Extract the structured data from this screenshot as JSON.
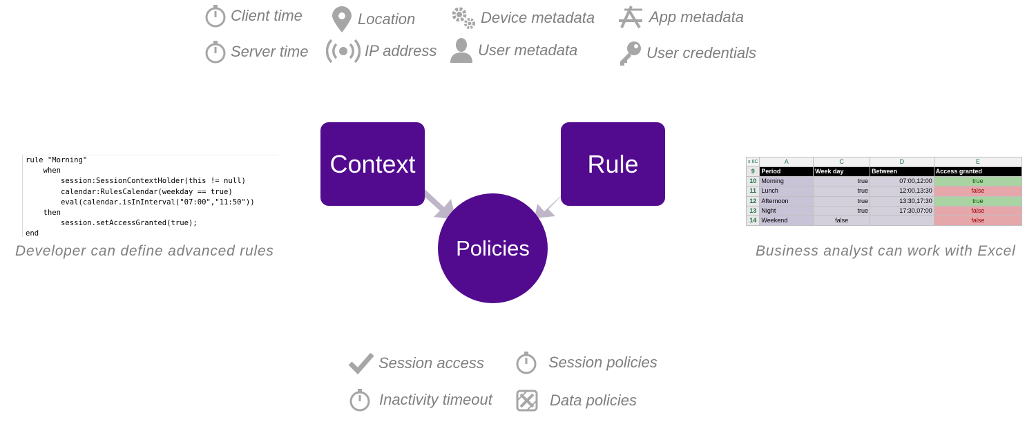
{
  "context_items": [
    {
      "label": "Client time",
      "icon": "stopwatch-icon"
    },
    {
      "label": "Location",
      "icon": "map-pin-icon"
    },
    {
      "label": "Device metadata",
      "icon": "gears-icon"
    },
    {
      "label": "App metadata",
      "icon": "app-store-icon"
    },
    {
      "label": "Server time",
      "icon": "stopwatch-icon"
    },
    {
      "label": "IP address",
      "icon": "broadcast-icon"
    },
    {
      "label": "User metadata",
      "icon": "user-icon"
    },
    {
      "label": "User credentials",
      "icon": "key-icon"
    }
  ],
  "nodes": {
    "context": "Context",
    "rule": "Rule",
    "policies": "Policies"
  },
  "code": {
    "lines": [
      "rule \"Morning\"",
      "    when",
      "        session:SessionContextHolder(this != null)",
      "        calendar:RulesCalendar(weekday == true)",
      "        eval(calendar.isInInterval(\"07:00\",\"11:50\"))",
      "    then",
      "        session.setAccessGranted(true);",
      "end"
    ],
    "caption": "Developer can define advanced rules"
  },
  "excel": {
    "namebox": "x 6C",
    "columns": [
      "A",
      "C",
      "D",
      "E"
    ],
    "header_rownum": "9",
    "headers": [
      "Period",
      "Week day",
      "Between",
      "Access granted"
    ],
    "rows": [
      {
        "num": "10",
        "period": "Morning",
        "weekday": "true",
        "between": "07:00,12:00",
        "access": "true"
      },
      {
        "num": "11",
        "period": "Lunch",
        "weekday": "true",
        "between": "12:00,13:30",
        "access": "false"
      },
      {
        "num": "12",
        "period": "Afternoon",
        "weekday": "true",
        "between": "13:30,17:30",
        "access": "true"
      },
      {
        "num": "13",
        "period": "Night",
        "weekday": "true",
        "between": "17:30,07:00",
        "access": "false"
      },
      {
        "num": "14",
        "period": "Weekend",
        "weekday": "false",
        "between": "",
        "access": "false"
      }
    ],
    "caption": "Business analyst can work with Excel"
  },
  "outputs": [
    {
      "label": "Session access",
      "icon": "checkmark-icon"
    },
    {
      "label": "Session policies",
      "icon": "stopwatch-icon"
    },
    {
      "label": "Inactivity timeout",
      "icon": "stopwatch-icon"
    },
    {
      "label": "Data policies",
      "icon": "shield-x-icon"
    }
  ],
  "colors": {
    "node_fill": "#520A8F",
    "arrow": "#BFB5C8",
    "label_gray": "#7F7F7F",
    "icon_gray": "#A6A6A6",
    "excel_true": "#A9D3A2",
    "excel_false": "#E6A7AB"
  }
}
